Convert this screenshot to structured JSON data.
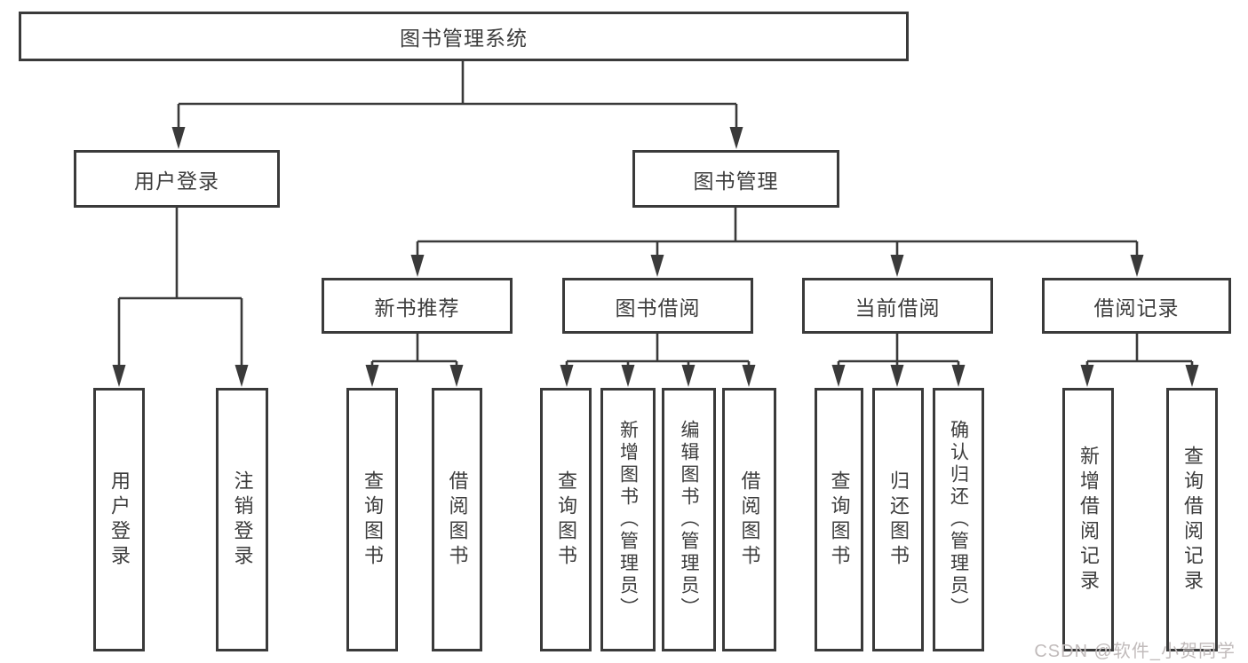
{
  "diagram": {
    "title": "图书管理系统",
    "level1": {
      "user_login": "用户登录",
      "book_management": "图书管理"
    },
    "level2": {
      "new_book_recommend": "新书推荐",
      "book_borrow": "图书借阅",
      "current_borrow": "当前借阅",
      "borrow_records": "借阅记录"
    },
    "leaves": {
      "user_login": [
        "用户登录",
        "注销登录"
      ],
      "new_book_recommend": [
        "查询图书",
        "借阅图书"
      ],
      "book_borrow": [
        "查询图书",
        "新增图书（管理员）",
        "编辑图书（管理员）",
        "借阅图书"
      ],
      "current_borrow": [
        "查询图书",
        "归还图书",
        "确认归还（管理员）"
      ],
      "borrow_records": [
        "新增借阅记录",
        "查询借阅记录"
      ]
    }
  },
  "watermark": "CSDN @软件_小贺同学",
  "colors": {
    "line": "#3a3a3a",
    "text": "#3d3d3d",
    "watermark": "#c1bbbb",
    "background": "#ffffff"
  }
}
